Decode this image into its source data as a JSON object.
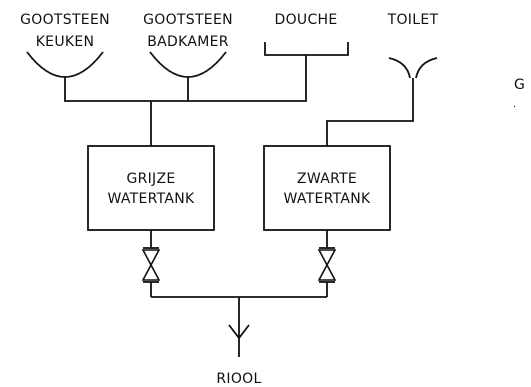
{
  "sources": {
    "sink_kitchen": [
      "GOOTSTEEN",
      "KEUKEN"
    ],
    "sink_bathroom": [
      "GOOTSTEEN",
      "BADKAMER"
    ],
    "shower": "DOUCHE",
    "toilet": "TOILET"
  },
  "tanks": {
    "grey": [
      "GRIJZE",
      "WATERTANK"
    ],
    "black": [
      "ZWARTE",
      "WATERTANK"
    ]
  },
  "outlet": "RIOOL",
  "cut_off_text": [
    "G",
    "."
  ]
}
